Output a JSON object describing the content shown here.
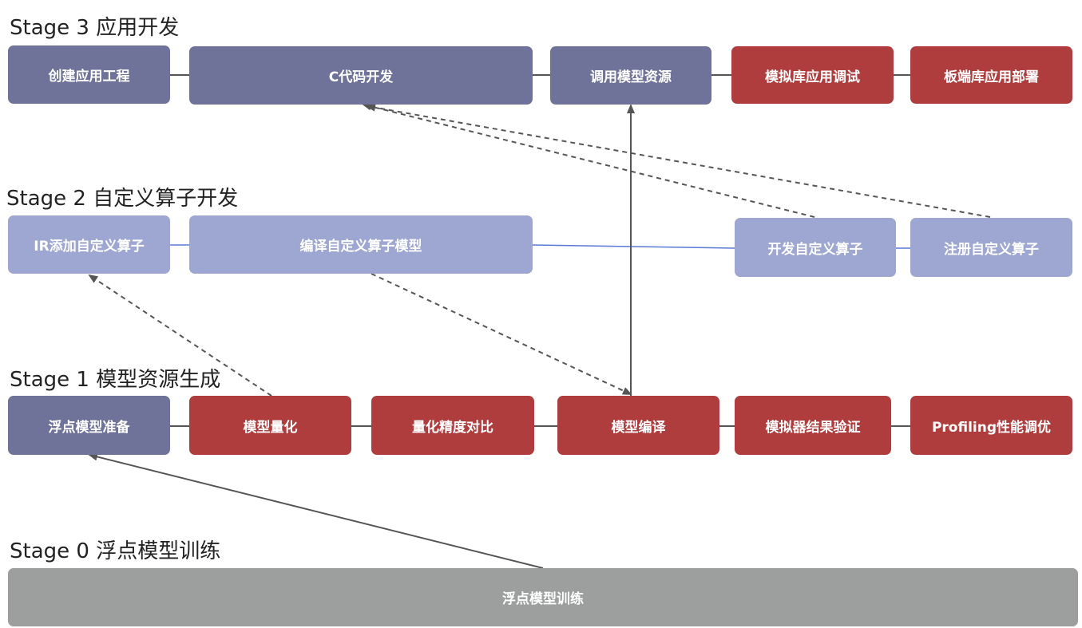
{
  "stages": [
    {
      "id": "s3",
      "label": "Stage 3 应用开发"
    },
    {
      "id": "s2",
      "label": "Stage 2 自定义算子开发"
    },
    {
      "id": "s1",
      "label": "Stage 1 模型资源生成"
    },
    {
      "id": "s0",
      "label": "Stage 0 浮点模型训练"
    }
  ],
  "nodes": {
    "s3": [
      "创建应用工程",
      "C代码开发",
      "调用模型资源",
      "模拟库应用调试",
      "板端库应用部署"
    ],
    "s2": [
      "IR添加自定义算子",
      "编译自定义算子模型",
      "开发自定义算子",
      "注册自定义算子"
    ],
    "s1": [
      "浮点模型准备",
      "模型量化",
      "量化精度对比",
      "模型编译",
      "模拟器结果验证",
      "Profiling性能调优"
    ],
    "s0": [
      "浮点模型训练"
    ]
  },
  "colors": {
    "slate": "#6f7399",
    "red": "#b03d3d",
    "light": "#9ea6d2",
    "gray": "#9c9f9e",
    "solid_link": "#555555",
    "row2_link": "#5a78d8",
    "dashed_arrow": "#555555"
  }
}
